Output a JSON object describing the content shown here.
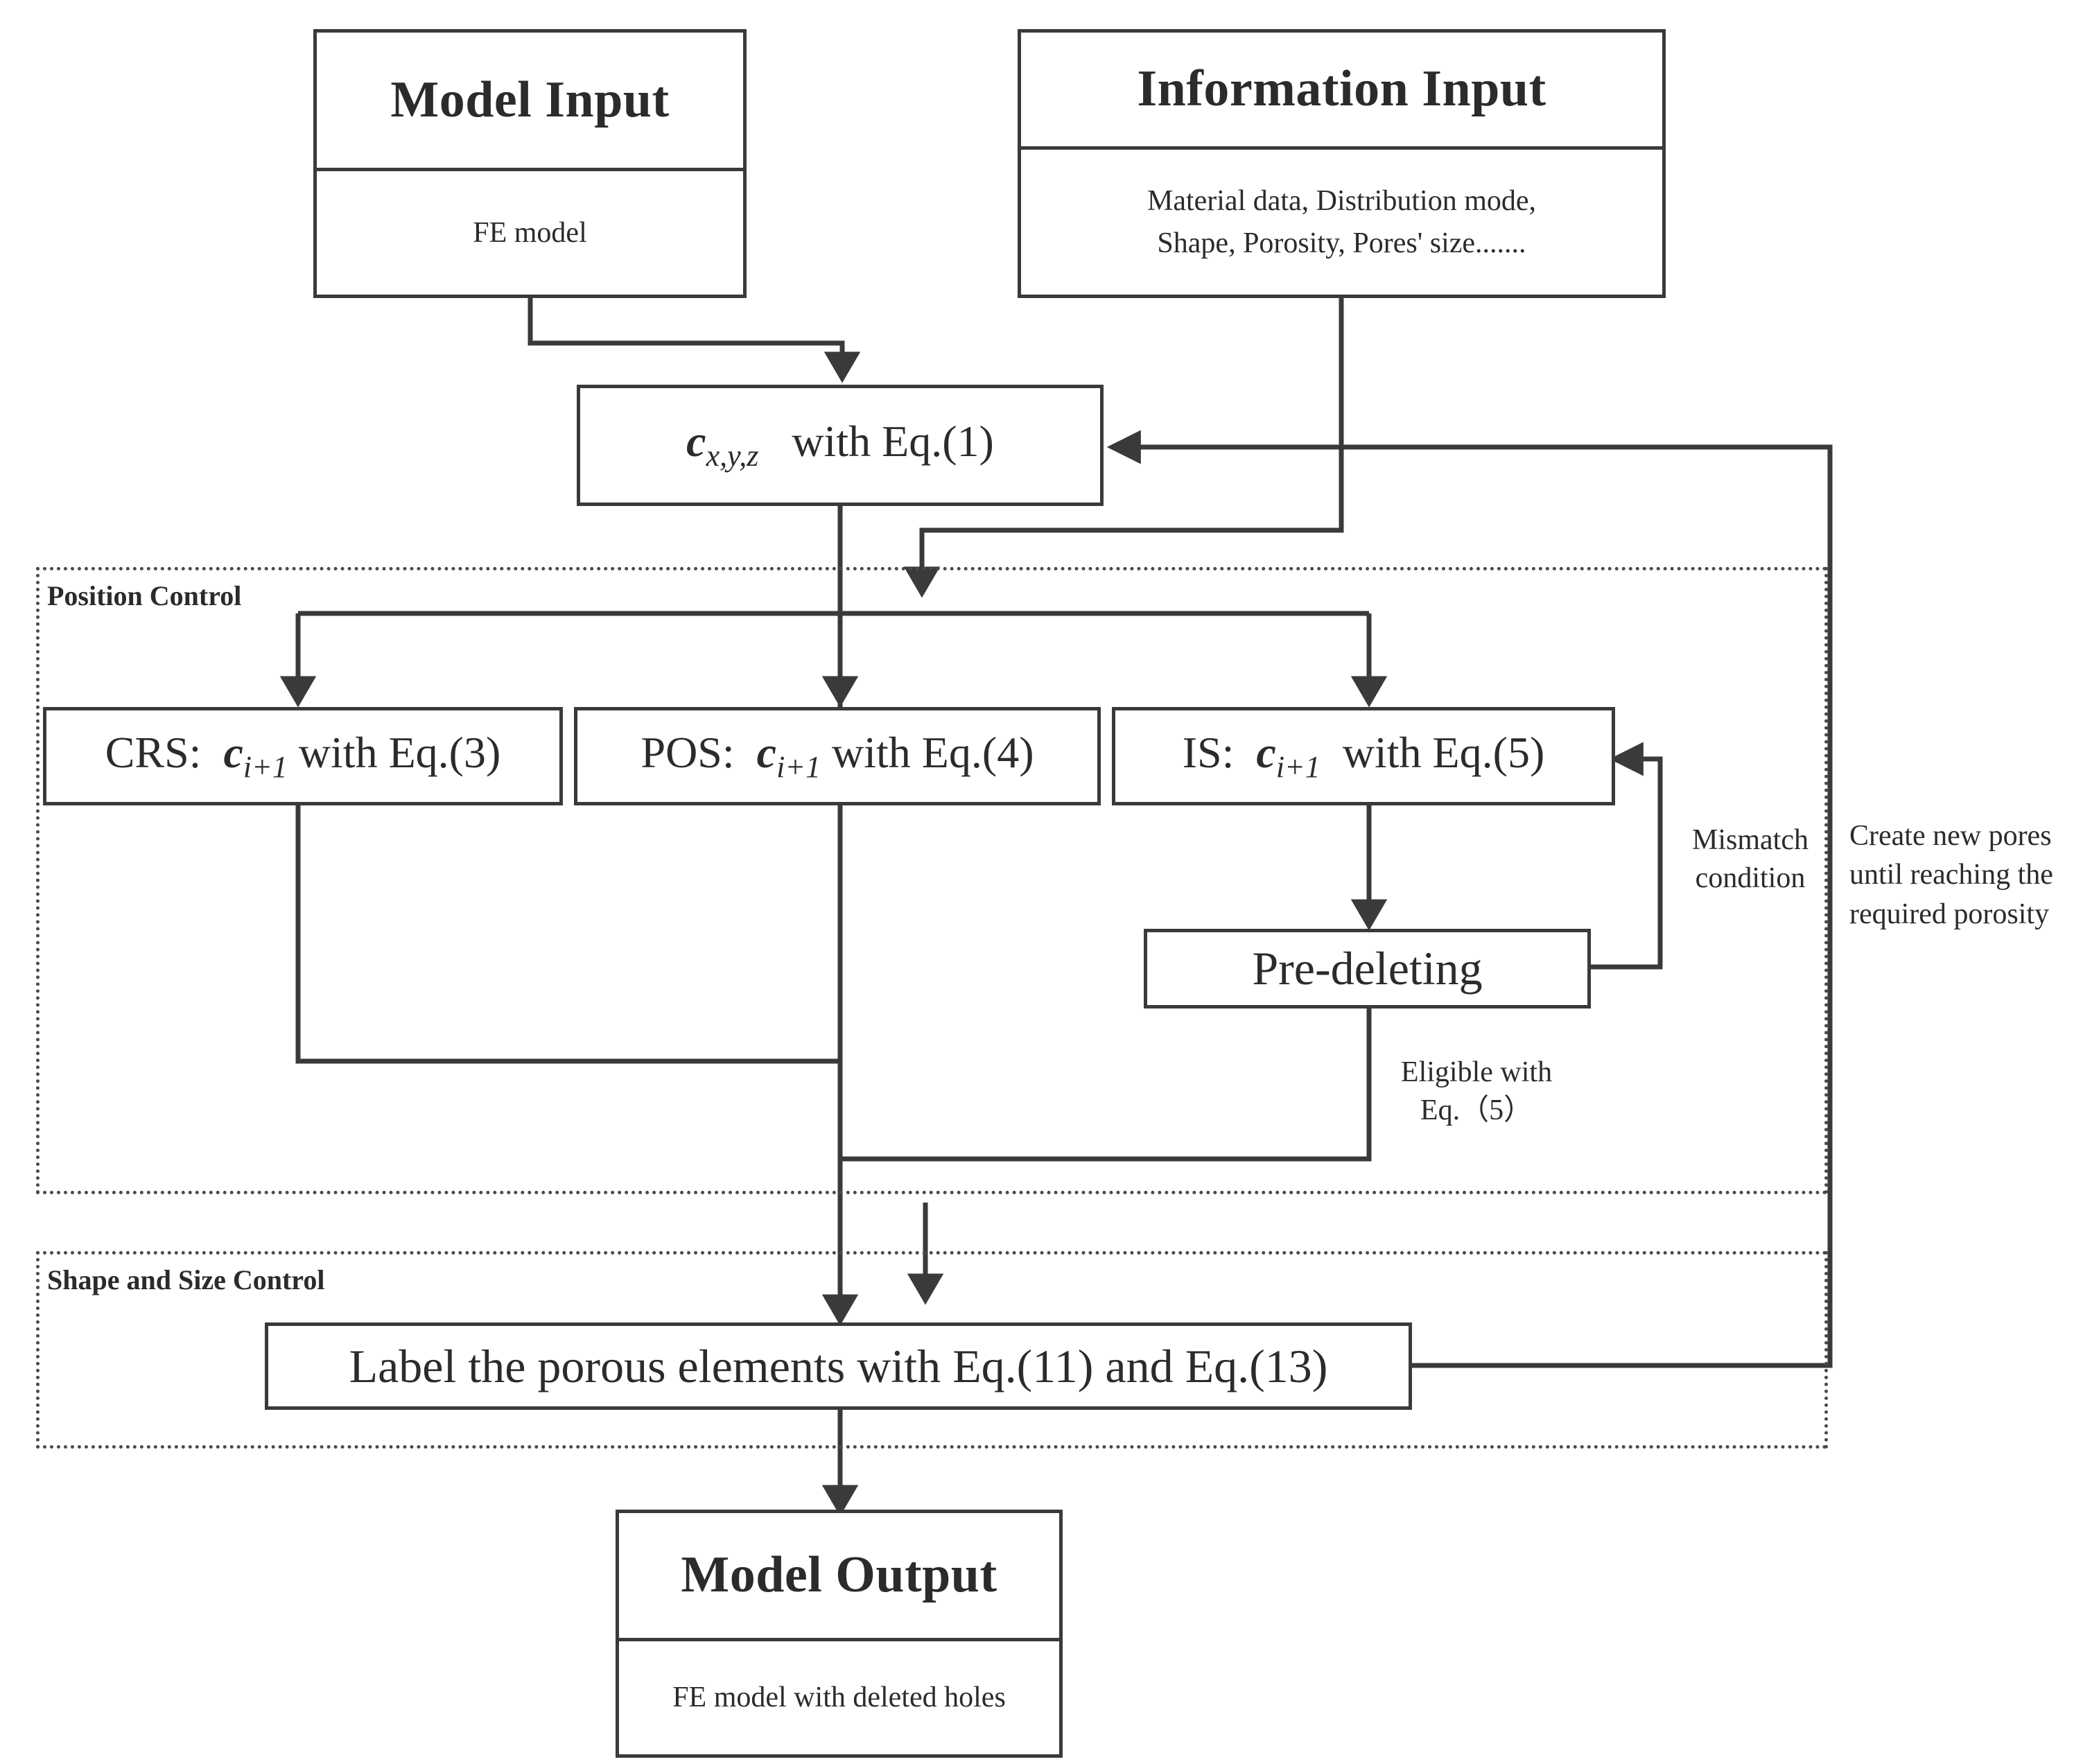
{
  "diagram": {
    "type": "flowchart",
    "title": "Porous FE model generation workflow",
    "stroke_color": "#3a3a3a",
    "text_color": "#2b2b2b",
    "background": "#ffffff"
  },
  "nodes": {
    "model_input": {
      "title": "Model Input",
      "body": "FE model"
    },
    "information_input": {
      "title": "Information Input",
      "body_line1": "Material data, Distribution mode,",
      "body_line2": "Shape, Porosity, Pores' size......."
    },
    "c_xyz": {
      "var": "c",
      "subscript": "x,y,z",
      "suffix": "with Eq.(1)"
    },
    "crs": {
      "prefix": "CRS:",
      "var": "c",
      "subscript": "i+1",
      "suffix": "with Eq.(3)"
    },
    "pos": {
      "prefix": "POS:",
      "var": "c",
      "subscript": "i+1",
      "suffix": "with Eq.(4)"
    },
    "is": {
      "prefix": "IS:",
      "var": "c",
      "subscript": "i+1",
      "suffix": "with Eq.(5)"
    },
    "pre_deleting": {
      "label": "Pre-deleting"
    },
    "label_porous": {
      "label": "Label the porous elements with Eq.(11) and Eq.(13)"
    },
    "model_output": {
      "title": "Model Output",
      "body": "FE model with deleted holes"
    }
  },
  "groups": {
    "position_control": {
      "label": "Position Control"
    },
    "shape_size_control": {
      "label": "Shape and Size Control"
    }
  },
  "edge_labels": {
    "mismatch": "Mismatch\ncondition",
    "eligible": "Eligible with\nEq.（5）",
    "create_new_pores": "Create new pores\nuntil reaching the\nrequired porosity"
  }
}
